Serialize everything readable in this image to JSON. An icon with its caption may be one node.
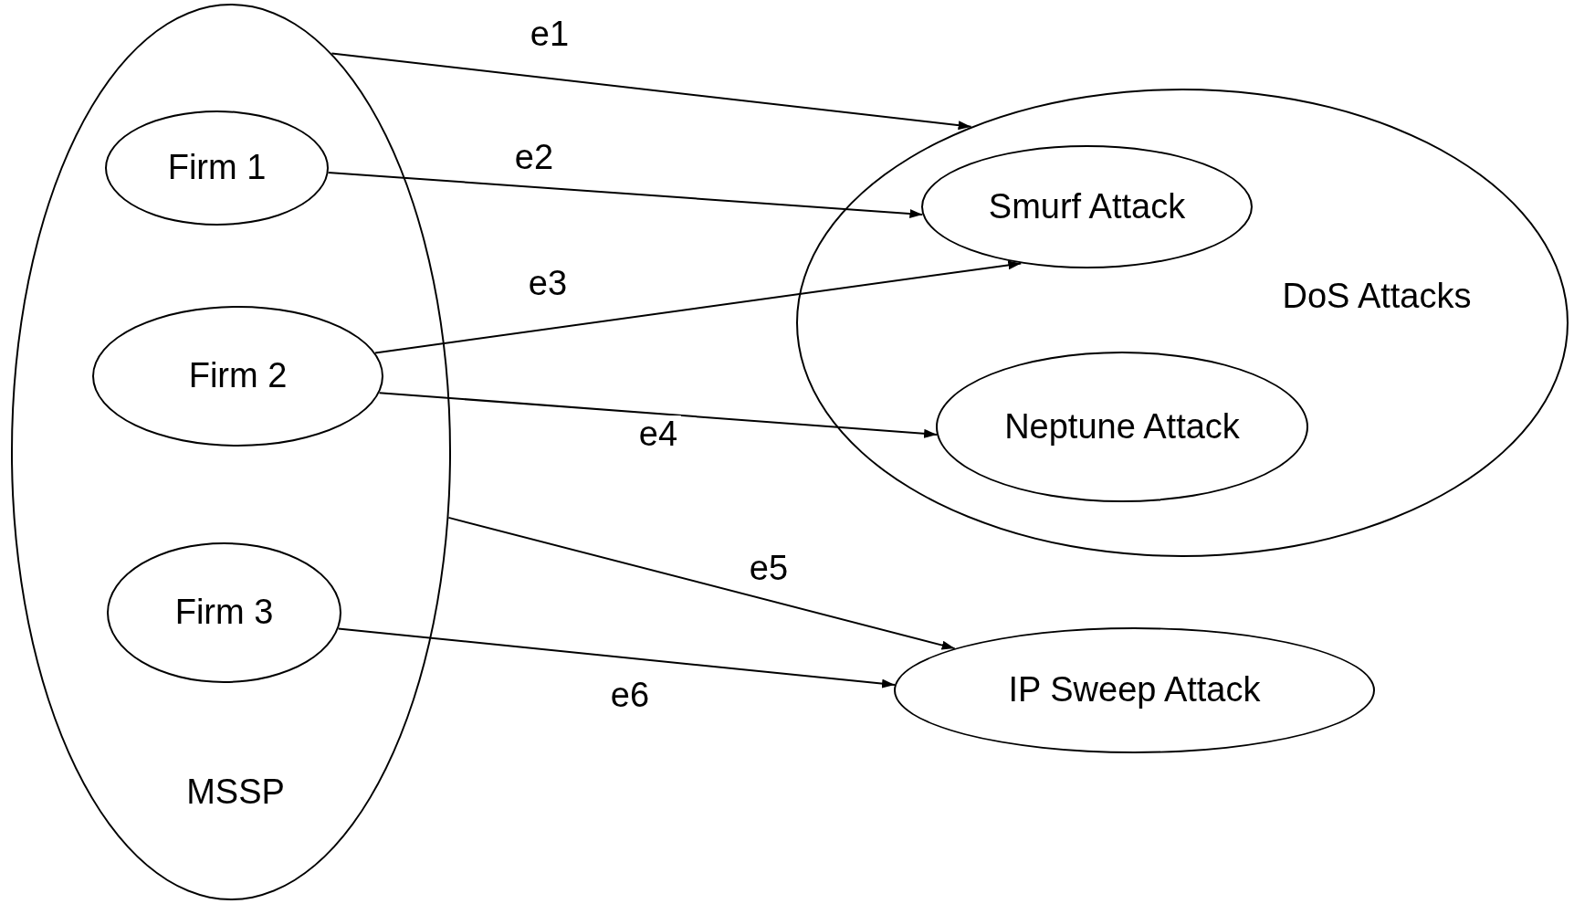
{
  "diagram": {
    "nodes": [
      {
        "text": [
          "MSSP"
        ]
      },
      {
        "text": [
          "Firm 1"
        ],
        "in": 0
      },
      {
        "text": [
          "Firm 2"
        ],
        "in": 0
      },
      {
        "text": [
          "Firm 3"
        ],
        "in": 0
      },
      {
        "text": [
          "DoS Attacks"
        ]
      },
      {
        "text": [
          "Smurf Attack"
        ],
        "in": 4
      },
      {
        "text": [
          "Neptune Attack"
        ],
        "in": 4
      },
      {
        "text": [
          "IP Sweep Attack"
        ]
      }
    ],
    "edges": [
      {
        "from": 0,
        "to": 4,
        "arrow": "to",
        "label": "e1"
      },
      {
        "from": 1,
        "to": 5,
        "arrow": "to",
        "label": "e2"
      },
      {
        "from": 2,
        "to": 5,
        "arrow": "to",
        "label": "e3"
      },
      {
        "from": 2,
        "to": 6,
        "arrow": "to",
        "label": "e4"
      },
      {
        "from": 0,
        "to": 7,
        "arrow": "to",
        "label": "e5"
      },
      {
        "from": 3,
        "to": 7,
        "arrow": "to",
        "label": "e6"
      }
    ]
  }
}
